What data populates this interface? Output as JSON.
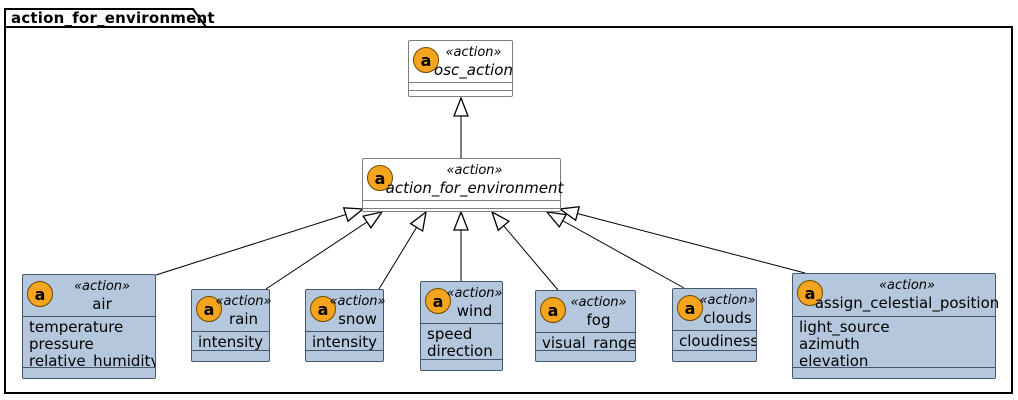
{
  "package": {
    "title": "action_for_environment"
  },
  "spot_letter": "a",
  "colors": {
    "class_fill": "#B4C7DC",
    "class_border": "#46586E",
    "abstract_fill": "#FFFFFF",
    "abstract_border": "#7F7F7F",
    "spot_fill": "#F4A41D",
    "spot_border": "#6E4A00",
    "line": "#000000"
  },
  "classes": [
    {
      "id": "osc_action",
      "stereotype": "«action»",
      "name": "osc_action",
      "abstract": true,
      "attributes": []
    },
    {
      "id": "action_for_environment",
      "stereotype": "«action»",
      "name": "action_for_environment",
      "abstract": true,
      "attributes": []
    },
    {
      "id": "air",
      "stereotype": "«action»",
      "name": "air",
      "abstract": false,
      "attributes": [
        "temperature",
        "pressure",
        "relative_humidity"
      ]
    },
    {
      "id": "rain",
      "stereotype": "«action»",
      "name": "rain",
      "abstract": false,
      "attributes": [
        "intensity"
      ]
    },
    {
      "id": "snow",
      "stereotype": "«action»",
      "name": "snow",
      "abstract": false,
      "attributes": [
        "intensity"
      ]
    },
    {
      "id": "wind",
      "stereotype": "«action»",
      "name": "wind",
      "abstract": false,
      "attributes": [
        "speed",
        "direction"
      ]
    },
    {
      "id": "fog",
      "stereotype": "«action»",
      "name": "fog",
      "abstract": false,
      "attributes": [
        "visual_range"
      ]
    },
    {
      "id": "clouds",
      "stereotype": "«action»",
      "name": "clouds",
      "abstract": false,
      "attributes": [
        "cloudiness"
      ]
    },
    {
      "id": "assign_celestial_position",
      "stereotype": "«action»",
      "name": "assign_celestial_position",
      "abstract": false,
      "attributes": [
        "light_source",
        "azimuth",
        "elevation"
      ]
    }
  ],
  "relations": [
    {
      "from": "action_for_environment",
      "to": "osc_action",
      "type": "generalization"
    },
    {
      "from": "air",
      "to": "action_for_environment",
      "type": "generalization"
    },
    {
      "from": "rain",
      "to": "action_for_environment",
      "type": "generalization"
    },
    {
      "from": "snow",
      "to": "action_for_environment",
      "type": "generalization"
    },
    {
      "from": "wind",
      "to": "action_for_environment",
      "type": "generalization"
    },
    {
      "from": "fog",
      "to": "action_for_environment",
      "type": "generalization"
    },
    {
      "from": "clouds",
      "to": "action_for_environment",
      "type": "generalization"
    },
    {
      "from": "assign_celestial_position",
      "to": "action_for_environment",
      "type": "generalization"
    }
  ]
}
